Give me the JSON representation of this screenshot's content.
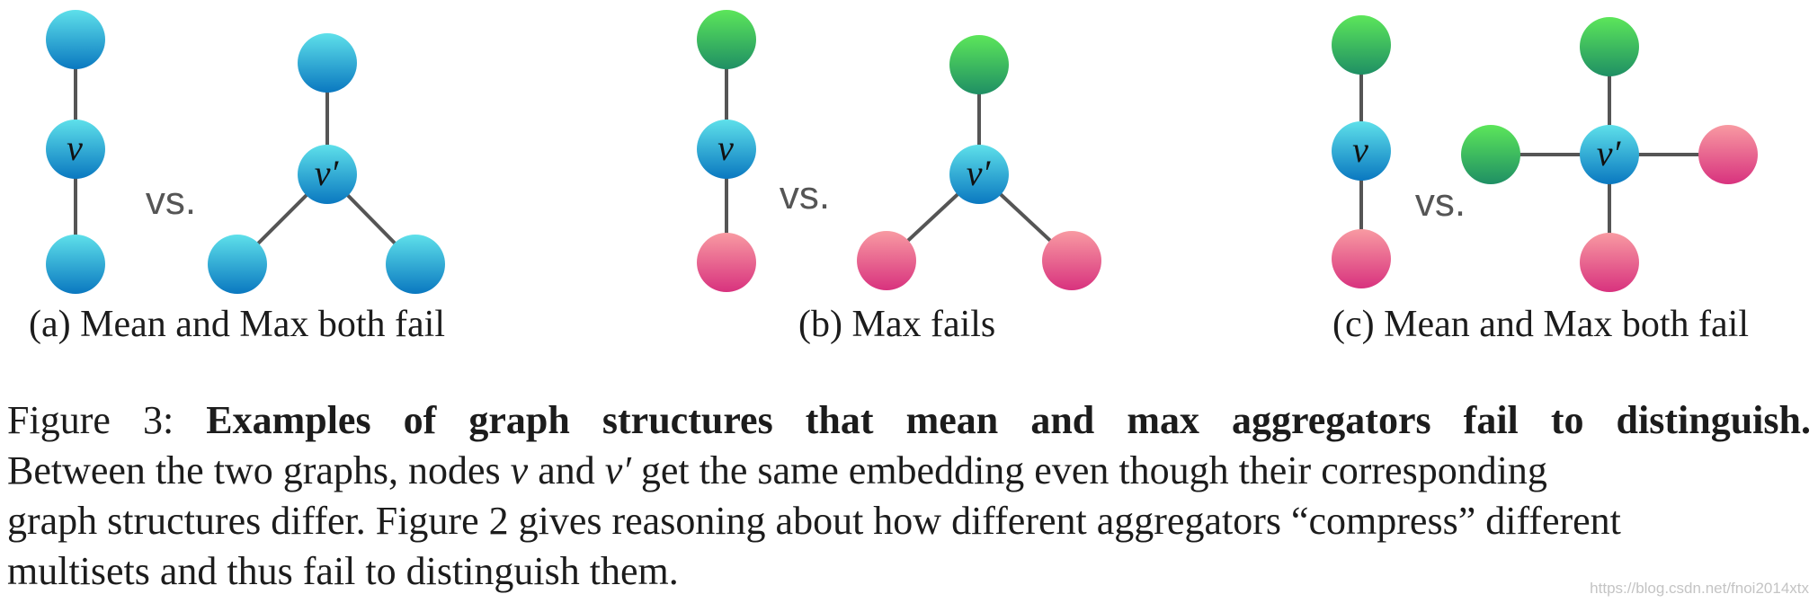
{
  "vs_label": "vs.",
  "node_label_v": "v",
  "node_label_vprime": "v′",
  "colors": {
    "blue_light": "#5ee0ea",
    "blue_dark": "#0a78c0",
    "green_light": "#5ce65a",
    "green_dark": "#1f8f64",
    "red_light": "#f89aa2",
    "red_dark": "#d8327e",
    "edge": "#555555"
  },
  "subfigures": [
    {
      "caption": "(a) Mean and Max both fail",
      "left_graph": {
        "center": "blue",
        "neighbors": [
          "blue",
          "blue"
        ]
      },
      "right_graph": {
        "center": "blue",
        "neighbors": [
          "blue",
          "blue",
          "blue"
        ]
      }
    },
    {
      "caption": "(b) Max fails",
      "left_graph": {
        "center": "blue",
        "neighbors": [
          "green",
          "red"
        ]
      },
      "right_graph": {
        "center": "blue",
        "neighbors": [
          "green",
          "red",
          "red"
        ]
      }
    },
    {
      "caption": "(c) Mean and Max both fail",
      "left_graph": {
        "center": "blue",
        "neighbors": [
          "green",
          "red"
        ]
      },
      "right_graph": {
        "center": "blue",
        "neighbors": [
          "green",
          "green",
          "red",
          "red"
        ]
      }
    }
  ],
  "caption": {
    "figure_label": "Figure 3:",
    "bold_title": "Examples of graph structures that mean and max aggregators fail to distinguish.",
    "line2_a": "Between the two graphs, nodes",
    "var_v": "v",
    "line2_b": "and",
    "var_vprime": "v′",
    "line2_c": "get the same embedding even though their corresponding",
    "line3": "graph structures differ. Figure 2 gives reasoning about how different aggregators “compress” different",
    "line4": "multisets and thus fail to distinguish them."
  },
  "watermark": "https://blog.csdn.net/fnoi2014xtx"
}
